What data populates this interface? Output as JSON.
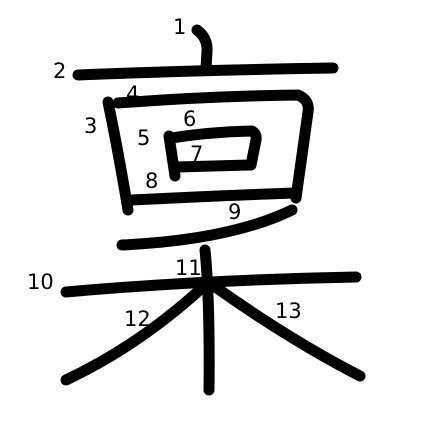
{
  "diagram": {
    "character": "稟",
    "stroke_color": "#000000",
    "background_color": "#ffffff",
    "stroke_numbers": [
      "1",
      "2",
      "3",
      "4",
      "5",
      "6",
      "7",
      "8",
      "9",
      "10",
      "11",
      "12",
      "13"
    ]
  }
}
